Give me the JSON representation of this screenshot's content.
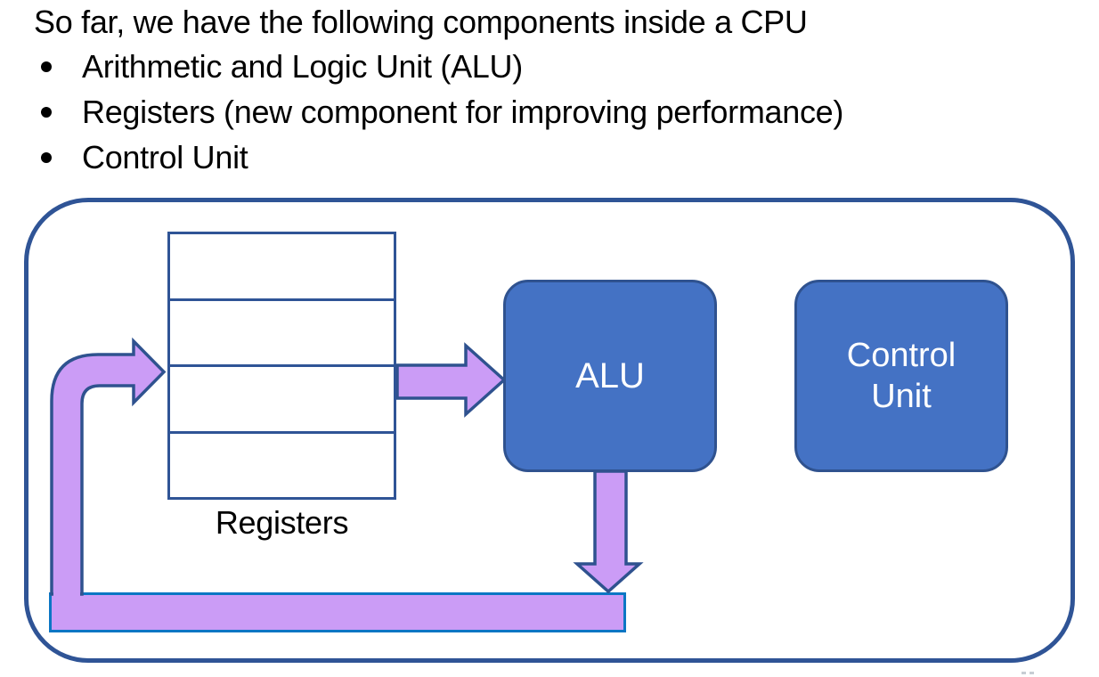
{
  "slide": {
    "title": "So far, we have the following components inside a CPU",
    "bullets": [
      {
        "label": "Arithmetic and Logic Unit (ALU)"
      },
      {
        "label": "Registers (new component for improving performance)"
      },
      {
        "label": "Control Unit"
      }
    ]
  },
  "diagram": {
    "registers": {
      "label": "Registers",
      "row_count": 4
    },
    "alu": {
      "label": "ALU"
    },
    "control_unit": {
      "label": "Control Unit"
    },
    "bus": {
      "description": "horizontal bus bar connecting ALU output back to registers"
    },
    "colors": {
      "box_fill": "#4472C4",
      "box_border": "#2F528F",
      "arrow_fill": "#CB9CF6",
      "arrow_border": "#2F528F",
      "bus_fill": "#CB9CF6",
      "bus_border": "#0B76C4",
      "outline": "#2F5496",
      "box_text": "#FFFFFF",
      "text": "#000000"
    }
  }
}
